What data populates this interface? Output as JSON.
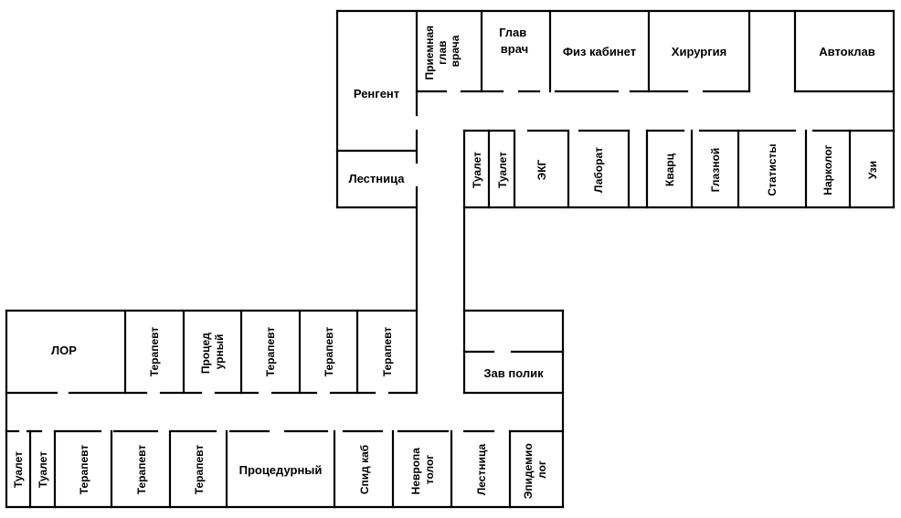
{
  "rooms": {
    "rentgen": "Ренгент",
    "lestnica_top": "Лестница",
    "priemnaya": [
      "Приемная",
      "глав",
      "врача"
    ],
    "glav_vrach": [
      "Глав",
      "врач"
    ],
    "fiz_kabinet": "Физ кабинет",
    "hirurgiya": "Хирургия",
    "avtoklav": "Автоклав",
    "tualet_1": "Туалет",
    "tualet_2": "Туалет",
    "ekg": "ЭКГ",
    "laborat": "Лаборат",
    "kvarc": "Кварц",
    "glaznoy": "Глазной",
    "statisty": "Статисты",
    "narkolog": "Нарколог",
    "uzi": "Узи",
    "lor": "ЛОР",
    "terapevt_u1": "Терапевт",
    "procedurny_u": [
      "Процед",
      "урный"
    ],
    "terapevt_u2": "Терапевт",
    "terapevt_u3": "Терапевт",
    "terapevt_u4": "Терапевт",
    "zav_polik": "Зав полик",
    "tualet_3": "Туалет",
    "tualet_4": "Туалет",
    "terapevt_l1": "Терапевт",
    "terapevt_l2": "Терапевт",
    "terapevt_l3": "Терапевт",
    "procedurny_l": "Процедурный",
    "spid_kab": "Спид каб",
    "nevropatolog": [
      "Невропа",
      "толог"
    ],
    "lestnica_bottom": "Лестница",
    "epidemiolog": [
      "Эпидемио",
      "лог"
    ]
  },
  "colors": {
    "wall": "#000000",
    "background": "#ffffff"
  }
}
